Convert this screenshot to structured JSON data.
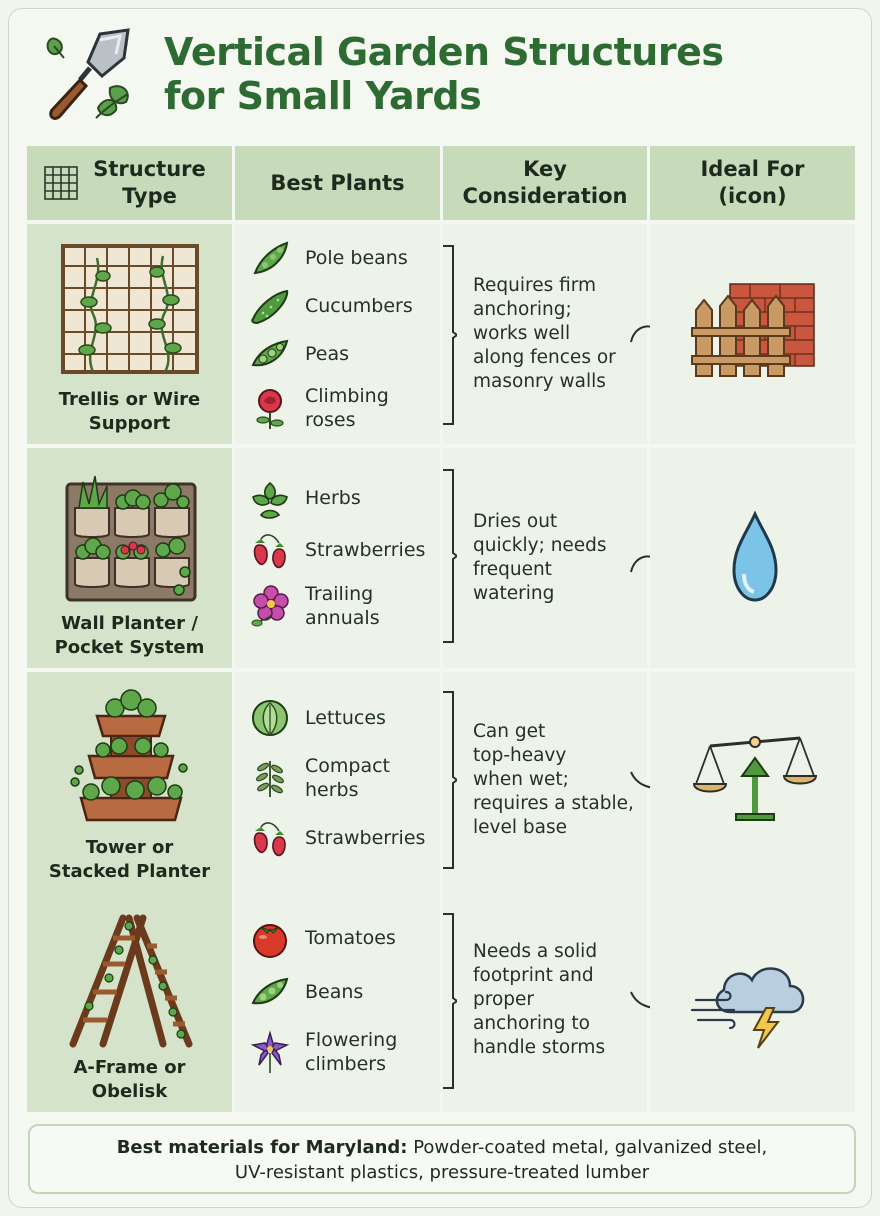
{
  "title_line1": "Vertical Garden Structures",
  "title_line2": "for Small Yards",
  "headers": {
    "structure": "Structure\nType",
    "plants": "Best Plants",
    "consideration": "Key\nConsideration",
    "ideal": "Ideal For\n(icon)"
  },
  "rows": [
    {
      "structure": "Trellis or Wire\nSupport",
      "plants": [
        "Pole beans",
        "Cucumbers",
        "Peas",
        "Climbing\nroses"
      ],
      "consideration": "Requires firm\nanchoring;\nworks well\nalong fences or\nmasonry walls",
      "ideal_icon": "fence-wall-icon"
    },
    {
      "structure": "Wall Planter /\nPocket System",
      "plants": [
        "Herbs",
        "Strawberries",
        "Trailing\nannuals"
      ],
      "consideration": "Dries out\nquickly; needs\nfrequent\nwatering",
      "ideal_icon": "water-drop-icon"
    },
    {
      "structure": "Tower or\nStacked Planter",
      "plants": [
        "Lettuces",
        "Compact\nherbs",
        "Strawberries"
      ],
      "consideration": "Can get\ntop-heavy\nwhen wet;\nrequires a stable,\nlevel base",
      "ideal_icon": "balance-scale-icon"
    },
    {
      "structure": "A-Frame or\nObelisk",
      "plants": [
        "Tomatoes",
        "Beans",
        "Flowering\nclimbers"
      ],
      "consideration": "Needs a solid\nfootprint and\nproper\nanchoring to\nhandle storms",
      "ideal_icon": "storm-cloud-icon"
    }
  ],
  "footer": {
    "label": "Best materials for Maryland:",
    "text": " Powder-coated metal, galvanized steel,",
    "text2": "UV-resistant plastics, pressure-treated lumber"
  },
  "colors": {
    "title": "#2e6b33",
    "header_bg": "#c7dbbb",
    "structure_bg": "#d4e3c9"
  }
}
